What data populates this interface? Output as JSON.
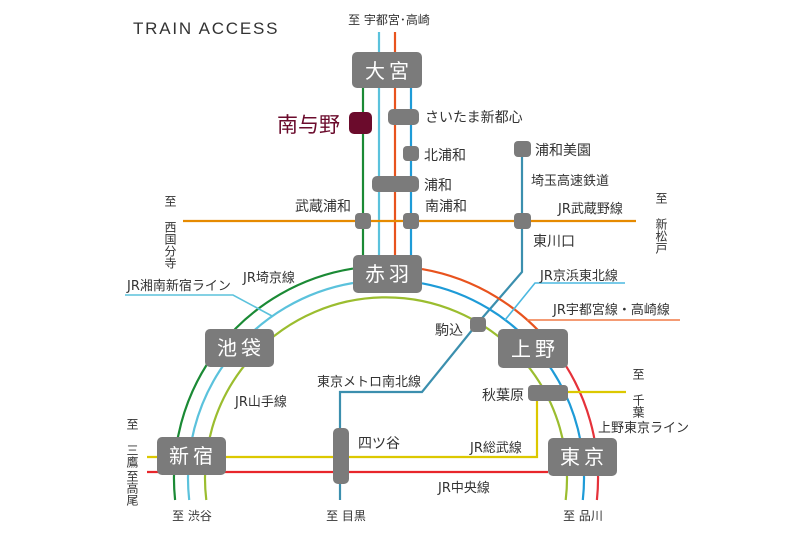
{
  "title": "TRAIN ACCESS",
  "colors": {
    "station": "#7b7b7b",
    "highlight": "#6b0b2c",
    "text": "#333333"
  },
  "highlight_station": "南与野",
  "stations": {
    "omiya": "大宮",
    "minami_yono": "南与野",
    "saitama_shintoshin": "さいたま新都心",
    "kita_urawa": "北浦和",
    "urawa": "浦和",
    "musashi_urawa": "武蔵浦和",
    "minami_urawa": "南浦和",
    "urawa_misono": "浦和美園",
    "higashi_kawaguchi": "東川口",
    "akabane": "赤羽",
    "ikebukuro": "池袋",
    "komagome": "駒込",
    "ueno": "上野",
    "akihabara": "秋葉原",
    "yotsuya": "四ツ谷",
    "shinjuku": "新宿",
    "tokyo": "東京"
  },
  "lines": {
    "saikyo": {
      "label": "JR埼京線",
      "color": "#1b8a35"
    },
    "shonan_shinjuku": {
      "label": "JR湘南新宿ライン",
      "color": "#5bc2dc"
    },
    "utsunomiya_takasaki": {
      "label": "JR宇都宮線・高崎線",
      "color": "#e8531e",
      "leader_color": "#f07a46"
    },
    "ueno_tokyo": {
      "label": "上野東京ライン",
      "color": "#e5323a"
    },
    "keihin_tohoku": {
      "label": "JR京浜東北線",
      "color": "#1e9bd7",
      "leader_color": "#4cb8e0"
    },
    "musashino": {
      "label": "JR武蔵野線",
      "color": "#e68a00"
    },
    "yamanote": {
      "label": "JR山手線",
      "color": "#9bbd2f"
    },
    "sobu": {
      "label": "JR総武線",
      "color": "#dcc800"
    },
    "chuo": {
      "label": "JR中央線",
      "color": "#e8262b"
    },
    "saitama_railway": {
      "label": "埼玉高速鉄道",
      "color": "#3b8fae"
    },
    "namboku": {
      "label": "東京メトロ南北線",
      "color": "#3b8fae"
    }
  },
  "destinations": {
    "utsunomiya_takasaki": "至 宇都宮･高崎",
    "nishi_kokubunji": "至 西国分寺",
    "shin_matsudo": "至 新松戸",
    "chiba": "至 千葉",
    "mitaka": "至 三鷹",
    "takao": "至高尾",
    "shibuya": "至 渋谷",
    "meguro": "至 目黒",
    "shinagawa": "至 品川"
  }
}
